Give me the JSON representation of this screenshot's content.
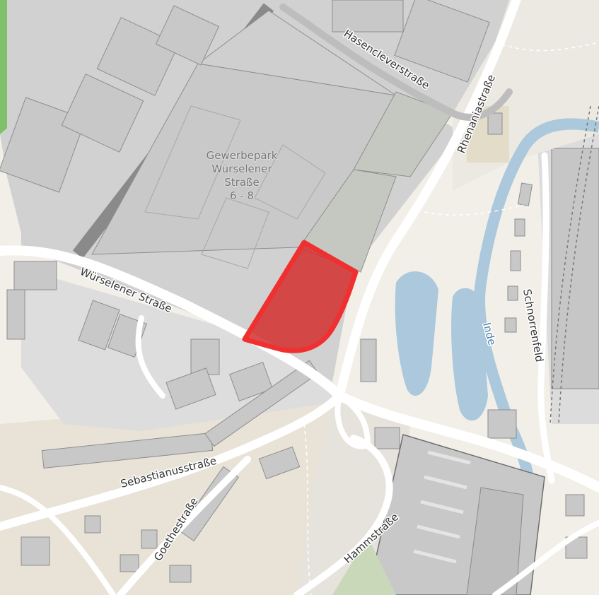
{
  "map": {
    "labels": {
      "area_line1": "Gewerbepark",
      "area_line2": "Würselener",
      "area_line3": "Straße",
      "area_line4": "6 - 8",
      "road_wuerselener": "Würselener Straße",
      "road_rhenania": "Rhenaniastraße",
      "road_hasenclever": "Hasencleverstraße",
      "road_schnorrenfeld": "Schnorrenfeld",
      "road_sebastianus": "Sebastianusstraße",
      "road_goethe": "Goethestraße",
      "road_hamm": "Hammstraße",
      "water_inde": "Inde"
    },
    "highlight": {
      "description": "highlighted parcel",
      "fill_color": "#d32f2f",
      "stroke_color": "#f03030"
    },
    "colors": {
      "background": "#f2efe9",
      "industrial": "#d1d1d1",
      "park": "#7fc06a",
      "water": "#abc8dc",
      "road": "#ffffff",
      "rail": "#8a8a8a"
    }
  }
}
